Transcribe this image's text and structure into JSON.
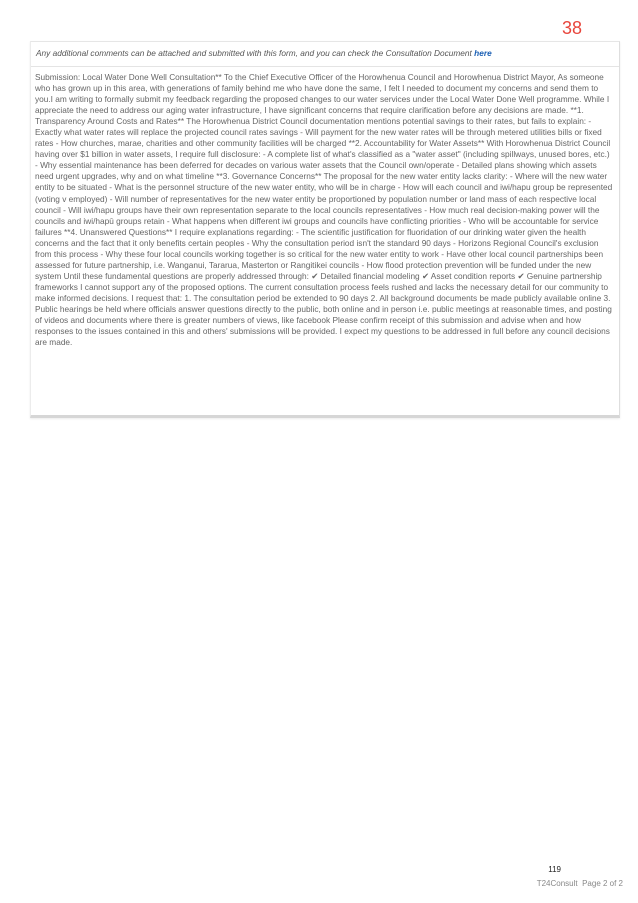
{
  "header": {
    "page_number": "38"
  },
  "form": {
    "intro_text": "Any additional comments can be attached and submitted with this form, and you can check the Consultation Document",
    "intro_link": "here",
    "submission_text": "Submission: Local Water Done Well Consultation** To the Chief Executive Officer of the Horowhenua Council and Horowhenua District Mayor, As someone who has grown up in this area, with generations of family behind me who have done the same, I felt I needed to document my concerns and send them to you.I am writing to formally submit my feedback regarding the proposed changes to our water services under the Local Water Done Well programme. While I appreciate the need to address our aging water infrastructure, I have significant concerns that require clarification before any decisions are made. **1. Transparency Around Costs and Rates** The Horowhenua District Council documentation mentions potential savings to their rates, but fails to explain: - Exactly what water rates will replace the projected council rates savings - Will payment for the new water rates will be through metered utilities bills or fixed rates - How churches, marae, charities and other community facilities will be charged **2. Accountability for Water Assets** With Horowhenua District Council having over $1 billion in water assets, I require full disclosure: - A complete list of what's classified as a \"water asset\" (including spillways, unused bores, etc.) - Why essential maintenance has been deferred for decades on various water assets that the Council own/operate - Detailed plans showing which assets need urgent upgrades, why and on what timeline **3. Governance Concerns** The proposal for the new water entity lacks clarity: - Where will the new water entity to be situated - What is the personnel structure of the new water entity, who will be in charge - How will each council and iwi/hapu group be represented (voting v employed) - Will number of representatives for the new water entity be proportioned by population number or land mass of each respective local council - Will iwi/hapu groups have their own representation separate to the local councils representatives - How much real decision-making power will the councils and iwi/hapū groups retain - What happens when different iwi groups and councils have conflicting priorities - Who will be accountable for service failures **4. Unanswered Questions** I require explanations regarding: - The scientific justification for fluoridation of our drinking water given the health concerns and the fact that it only benefits certain peoples - Why the consultation period isn't the standard 90 days - Horizons Regional Council's exclusion from this process - Why these four local councils working together is so critical for the new water entity to work - Have other local council partnerships been assessed for future partnership, i.e. Wanganui, Tararua, Masterton or Rangitikei councils - How flood protection prevention will be funded under the new system Until these fundamental questions are properly addressed through: ✔ Detailed financial modeling ✔ Asset condition reports ✔ Genuine partnership frameworks I cannot support any of the proposed options. The current consultation process feels rushed and lacks the necessary detail for our community to make informed decisions. I request that: 1. The consultation period be extended to 90 days 2. All background documents be made publicly available online 3. Public hearings be held where officials answer questions directly to the public, both online and in person i.e. public meetings at reasonable times, and posting of videos and documents where there is greater numbers of views, like facebook Please confirm receipt of this submission and advise when and how responses to the issues contained in this and others' submissions will be provided. I expect my questions to be addressed in full before any council decisions are made."
  },
  "footer": {
    "document_number": "119",
    "source": "T24Consult",
    "page_info": "Page 2 of 2"
  },
  "colors": {
    "page_number": "#e8453c",
    "link": "#1a5fb4",
    "body_text": "#666666"
  }
}
